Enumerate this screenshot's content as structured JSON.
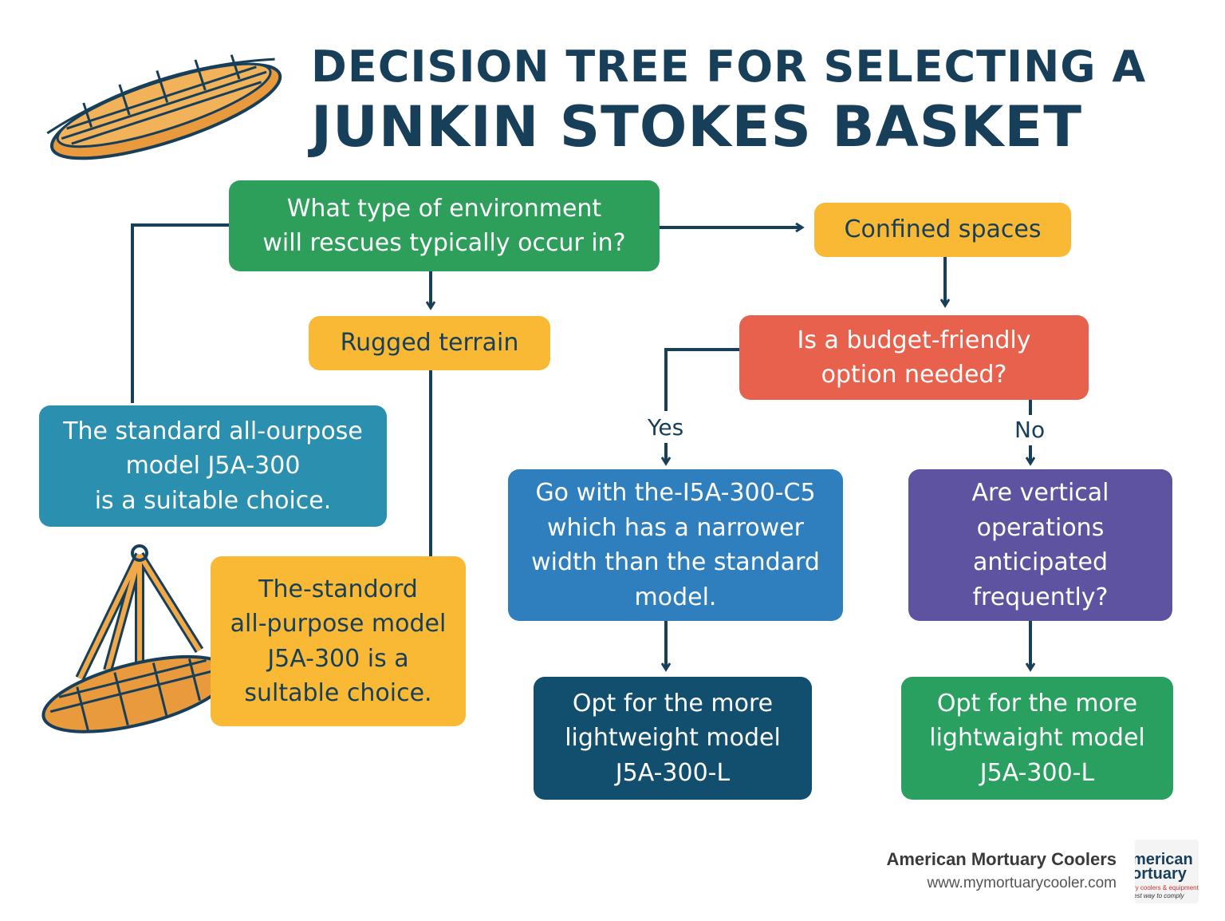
{
  "title": {
    "line1": "DECISION TREE FOR SELECTING A",
    "line2": "JUNKIN STOKES BASKET"
  },
  "nodes": {
    "environment_question": "What type of environment\nwill rescues typically occur in?",
    "confined_spaces": "Confined spaces",
    "rugged_terrain": "Rugged terrain",
    "budget_question": "Is a budget-friendly\noption needed?",
    "standard_left": "The standard all-ourpose\nmodel J5A-300\nis a suitable choice.",
    "standard_rugged": "The-standord\nall-purpose model\nJ5A-300 is a\nsultable choice.",
    "narrow_model": "Go with the-I5A-300-C5\nwhich has a narrower\nwidth than the standard\nmodel.",
    "vertical_question": "Are vertical\noperations\nanticipated\nfrequently?",
    "lightweight_yes": "Opt for the more\nlightweight model\nJ5A-300-L",
    "lightweight_no": "Opt for the more\nlightwaight model\nJ5A-300-L"
  },
  "edge_labels": {
    "yes": "Yes",
    "no": "No"
  },
  "brand": {
    "name": "American Mortuary Coolers",
    "url": "www.mymortuarycooler.com",
    "logo_line1": "merican",
    "logo_line2": "ortuary",
    "logo_line3": "ry coolers & equipment",
    "logo_line4": "est way to comply"
  },
  "colors": {
    "green": "#2e9e5b",
    "yellow": "#f9b934",
    "red": "#e8614d",
    "teal": "#2b8fb0",
    "blue": "#2f7fbf",
    "purple": "#5d53a0",
    "navy": "#124f6e",
    "line": "#173f5a",
    "basket_orange": "#e89a3c"
  }
}
